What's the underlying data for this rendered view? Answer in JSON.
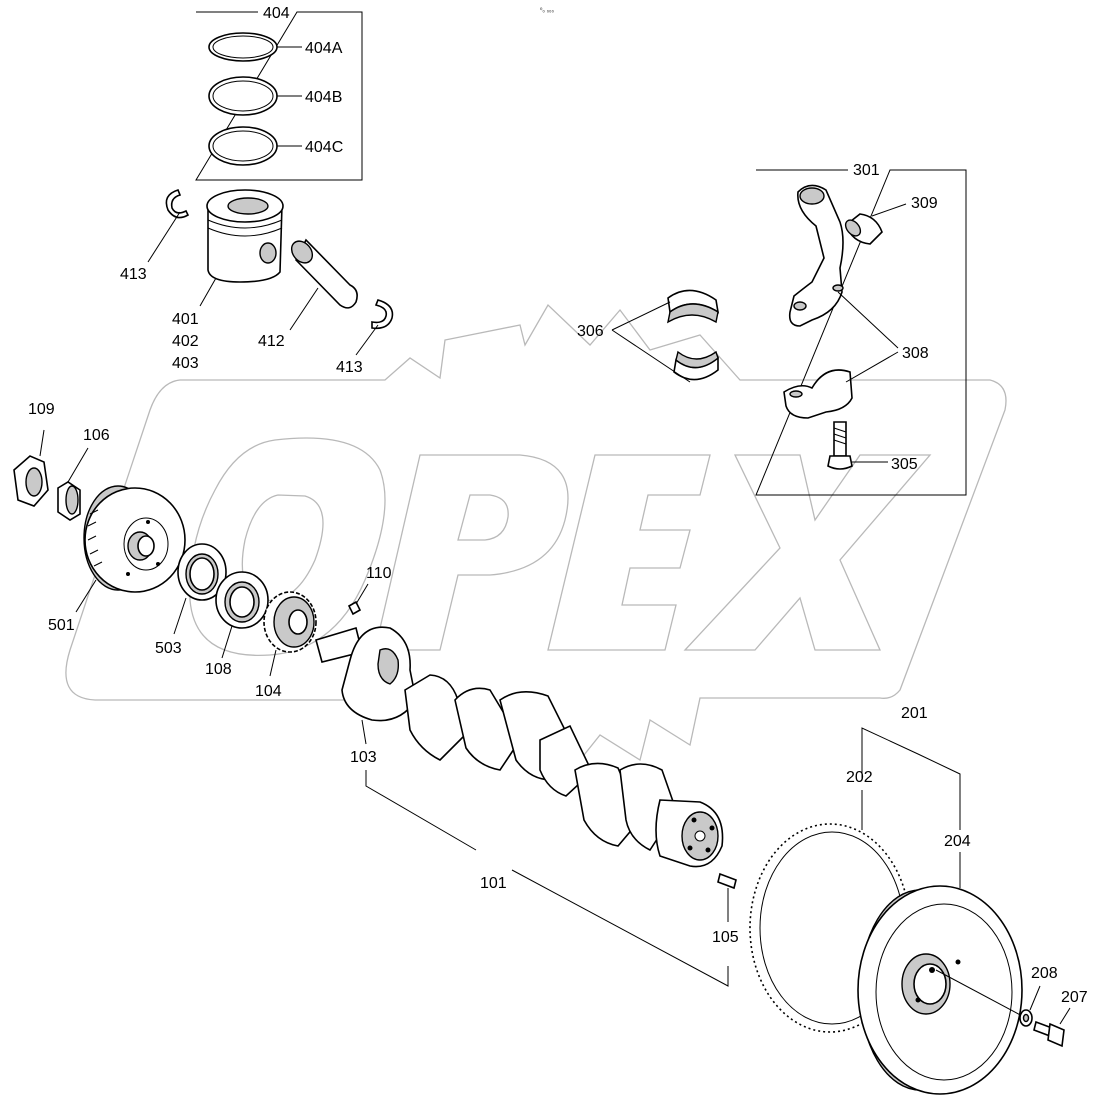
{
  "top_mark": "⁰₀ ₀₀₀",
  "watermark_text": "OPEX",
  "labels": {
    "p404": "404",
    "p404a": "404A",
    "p404b": "404B",
    "p404c": "404C",
    "p413a": "413",
    "p413b": "413",
    "p401": "401",
    "p402": "402",
    "p403": "403",
    "p412": "412",
    "p306": "306",
    "p301": "301",
    "p309": "309",
    "p308": "308",
    "p305": "305",
    "p109": "109",
    "p106": "106",
    "p501": "501",
    "p503": "503",
    "p108": "108",
    "p104": "104",
    "p110": "110",
    "p103": "103",
    "p101": "101",
    "p105": "105",
    "p201": "201",
    "p202": "202",
    "p204": "204",
    "p208": "208",
    "p207": "207"
  },
  "colors": {
    "line": "#000000",
    "part_fill": "#ffffff",
    "shade": "#c9c9c9",
    "watermark": "#b9b9b9"
  }
}
